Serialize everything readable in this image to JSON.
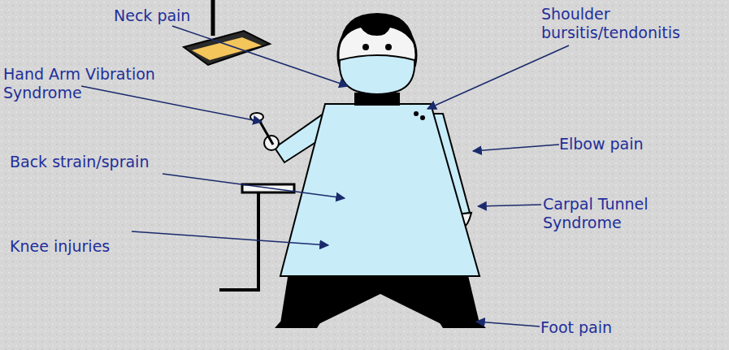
{
  "diagram": {
    "labels": [
      "Neck pain",
      "Shoulder bursitis/tendonitis",
      "Hand Arm Vibration Syndrome",
      "Elbow pain",
      "Back strain/sprain",
      "Carpal Tunnel Syndrome",
      "Knee injuries",
      "Foot pain"
    ]
  }
}
